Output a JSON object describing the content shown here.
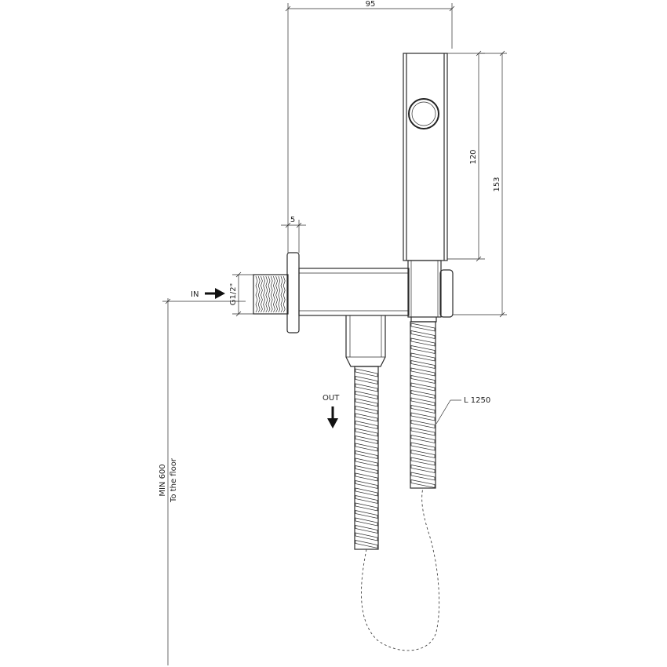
{
  "dimensions": {
    "width_95": "95",
    "flange_5": "5",
    "handle_120": "120",
    "total_153": "153",
    "thread": "G1/2\"",
    "hose_length": "L 1250",
    "min_height": "MIN 600",
    "to_floor": "To the floor"
  },
  "flow": {
    "in_label": "IN",
    "out_label": "OUT"
  }
}
